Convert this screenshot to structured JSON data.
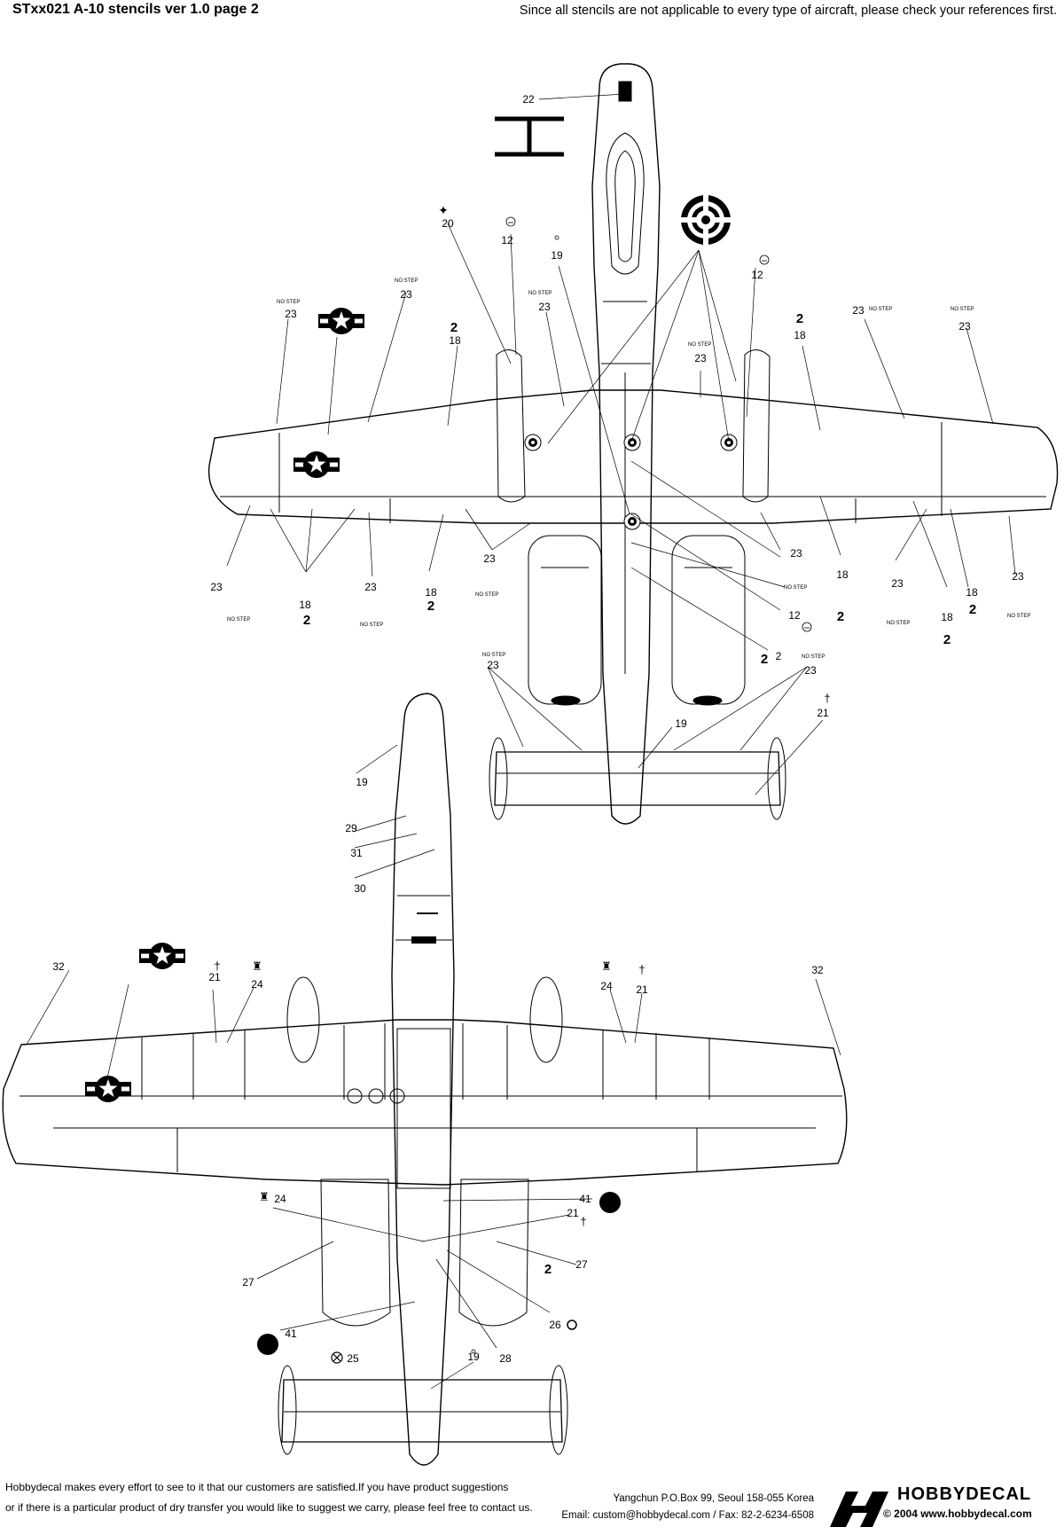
{
  "header": {
    "title": "STxx021 A-10 stencils ver 1.0 page 2",
    "notice": "Since all stencils are not applicable to every type of aircraft, please check your references first."
  },
  "stencil_text": {
    "no_step": "NO STEP"
  },
  "footer": {
    "message_line1": "Hobbydecal makes every effort to see to it that our customers are satisfied.If you have product suggestions",
    "message_line2": "or if there is a particular product of dry transfer you would like to suggest we carry,  please feel free to contact us.",
    "address": "Yangchun P.O.Box 99, Seoul 158-055 Korea",
    "contact": "Email: custom@hobbydecal.com / Fax: 82-2-6234-6508"
  },
  "logo": {
    "brand": "HOBBYDECAL",
    "copyright": "© 2004 www.hobbydecal.com"
  },
  "callouts": {
    "upper": [
      {
        "id": "22"
      },
      {
        "id": "20"
      },
      {
        "id": "12"
      },
      {
        "id": "19"
      },
      {
        "id": "12"
      },
      {
        "id": "23"
      },
      {
        "id": "23"
      },
      {
        "id": "23"
      },
      {
        "id": "18"
      },
      {
        "id": "23"
      },
      {
        "id": "18"
      },
      {
        "id": "23"
      },
      {
        "id": "23"
      },
      {
        "id": "23"
      },
      {
        "id": "18"
      },
      {
        "id": "23"
      },
      {
        "id": "23"
      },
      {
        "id": "18"
      },
      {
        "id": "23"
      },
      {
        "id": "12"
      },
      {
        "id": "18"
      },
      {
        "id": "23"
      },
      {
        "id": "18"
      },
      {
        "id": "23"
      },
      {
        "id": "18"
      },
      {
        "id": "23"
      },
      {
        "id": "23"
      },
      {
        "id": "19"
      },
      {
        "id": "21"
      }
    ],
    "lower": [
      {
        "id": "19"
      },
      {
        "id": "29"
      },
      {
        "id": "31"
      },
      {
        "id": "30"
      },
      {
        "id": "32"
      },
      {
        "id": "21"
      },
      {
        "id": "24"
      },
      {
        "id": "24"
      },
      {
        "id": "21"
      },
      {
        "id": "32"
      },
      {
        "id": "24"
      },
      {
        "id": "41"
      },
      {
        "id": "21"
      },
      {
        "id": "27"
      },
      {
        "id": "27"
      },
      {
        "id": "41"
      },
      {
        "id": "25"
      },
      {
        "id": "26"
      },
      {
        "id": "28"
      },
      {
        "id": "19"
      }
    ]
  }
}
